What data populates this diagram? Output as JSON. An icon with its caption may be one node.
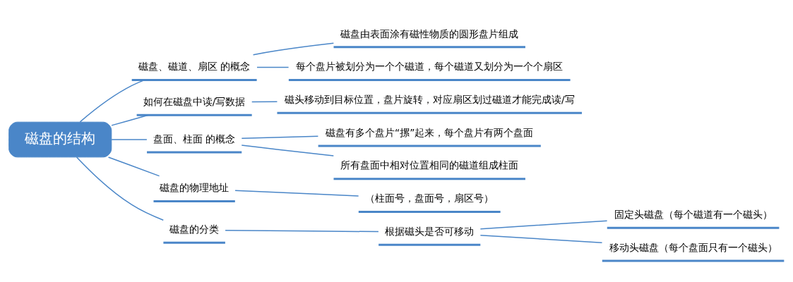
{
  "diagram": {
    "nodes": [
      {
        "text": [
          "磁盘的结构"
        ]
      },
      {
        "text": [
          "磁盘、磁道、扇区 的概念"
        ]
      },
      {
        "text": [
          "磁盘由表面涂有磁性物质的圆形盘片组成"
        ]
      },
      {
        "text": [
          "每个盘片被划分为一个个磁道，每个磁道又划分为一个个扇区"
        ]
      },
      {
        "text": [
          "如何在磁盘中读/写数据"
        ]
      },
      {
        "text": [
          "磁头移动到目标位置，盘片旋转，对应扇区划过磁道才能完成读/写"
        ]
      },
      {
        "text": [
          "盘面、柱面 的概念"
        ]
      },
      {
        "text": [
          "磁盘有多个盘片“摞”起来，每个盘片有两个盘面"
        ]
      },
      {
        "text": [
          "所有盘面中相对位置相同的磁道组成柱面"
        ]
      },
      {
        "text": [
          "磁盘的物理地址"
        ]
      },
      {
        "text": [
          "（柱面号，盘面号，扇区号）"
        ]
      },
      {
        "text": [
          "磁盘的分类"
        ]
      },
      {
        "text": [
          "根据磁头是否可移动"
        ]
      },
      {
        "text": [
          "固定头磁盘（每个磁道有一个磁头）"
        ]
      },
      {
        "text": [
          "移动头磁盘（每个盘面只有一个磁头）"
        ]
      }
    ],
    "edges": [
      {
        "from": 0,
        "to": 1,
        "arrow": "none"
      },
      {
        "from": 1,
        "to": 2,
        "arrow": "none"
      },
      {
        "from": 1,
        "to": 3,
        "arrow": "none"
      },
      {
        "from": 0,
        "to": 4,
        "arrow": "none"
      },
      {
        "from": 4,
        "to": 5,
        "arrow": "none"
      },
      {
        "from": 0,
        "to": 6,
        "arrow": "none"
      },
      {
        "from": 6,
        "to": 7,
        "arrow": "none"
      },
      {
        "from": 6,
        "to": 8,
        "arrow": "none"
      },
      {
        "from": 0,
        "to": 9,
        "arrow": "none"
      },
      {
        "from": 9,
        "to": 10,
        "arrow": "none"
      },
      {
        "from": 0,
        "to": 11,
        "arrow": "none"
      },
      {
        "from": 11,
        "to": 12,
        "arrow": "none"
      },
      {
        "from": 12,
        "to": 13,
        "arrow": "none"
      },
      {
        "from": 12,
        "to": 14,
        "arrow": "none"
      }
    ]
  }
}
